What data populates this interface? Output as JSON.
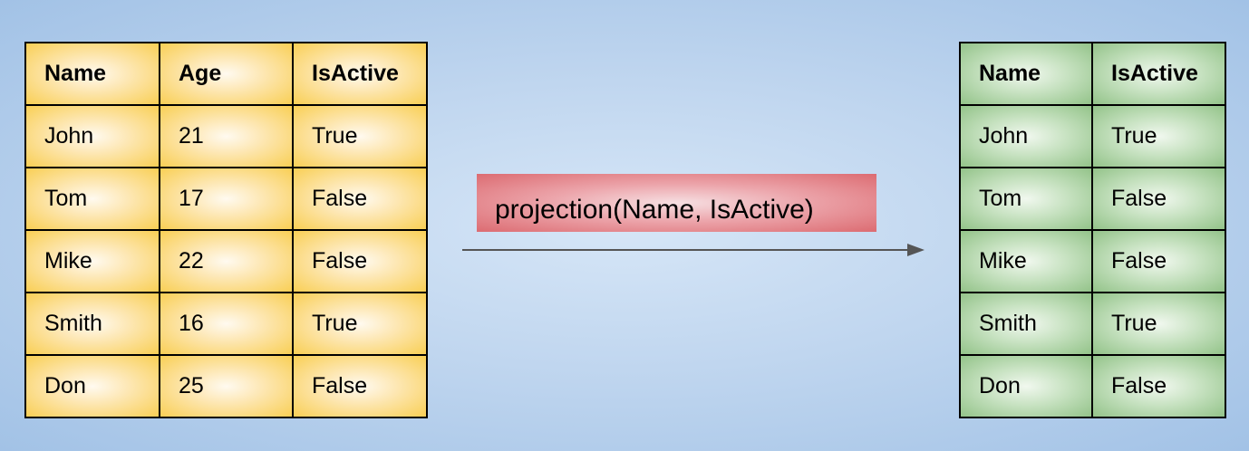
{
  "source_table": {
    "headers": [
      "Name",
      "Age",
      "IsActive"
    ],
    "rows": [
      [
        "John",
        "21",
        "True"
      ],
      [
        "Tom",
        "17",
        "False"
      ],
      [
        "Mike",
        "22",
        "False"
      ],
      [
        "Smith",
        "16",
        "True"
      ],
      [
        "Don",
        "25",
        "False"
      ]
    ]
  },
  "operation": {
    "label": "projection(Name, IsActive)"
  },
  "result_table": {
    "headers": [
      "Name",
      "IsActive"
    ],
    "rows": [
      [
        "John",
        "True"
      ],
      [
        "Tom",
        "False"
      ],
      [
        "Mike",
        "False"
      ],
      [
        "Smith",
        "True"
      ],
      [
        "Don",
        "False"
      ]
    ]
  },
  "colors": {
    "source_fill": "#f9cf55",
    "result_fill": "#93c389",
    "operation_fill": "#dc6b71",
    "arrow": "#555555",
    "background": "#c0d6ef"
  }
}
